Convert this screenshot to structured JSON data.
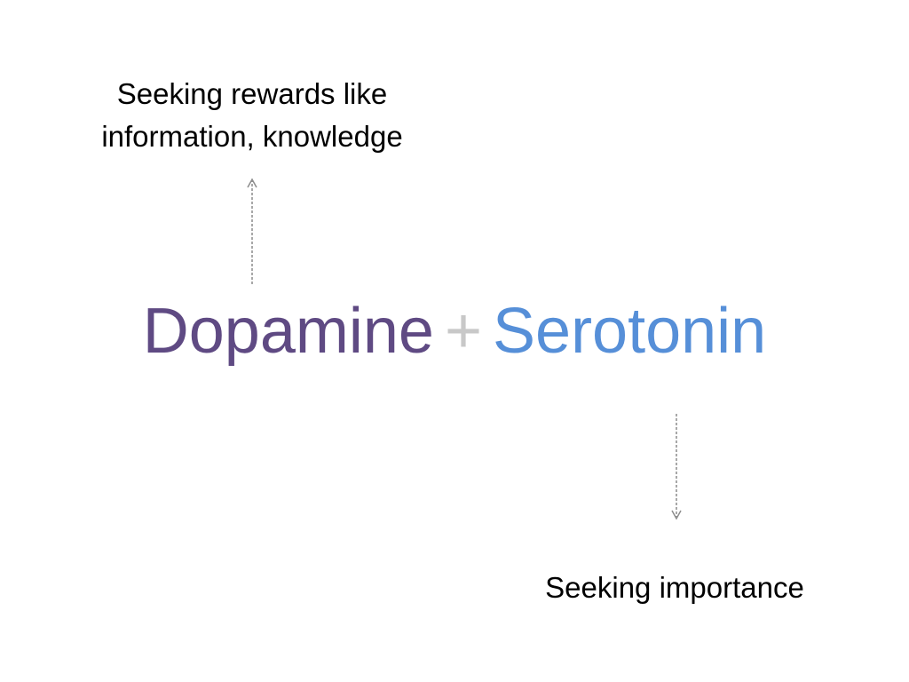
{
  "top_note": {
    "line1": "Seeking rewards like",
    "line2": "information, knowledge"
  },
  "headline": {
    "left_term": "Dopamine",
    "operator": "+",
    "right_term": "Serotonin"
  },
  "bottom_note": {
    "text": "Seeking importance"
  },
  "colors": {
    "dopamine": "#5f4a83",
    "operator": "#c8c8c8",
    "serotonin": "#568fd8",
    "connector": "#8c8c8c"
  }
}
